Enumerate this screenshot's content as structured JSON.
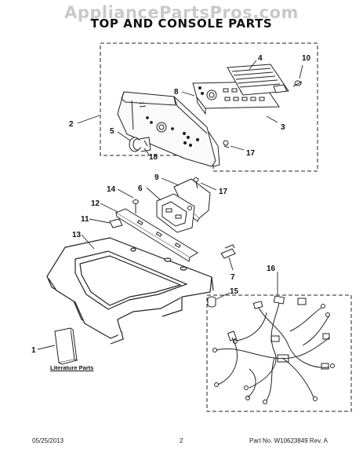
{
  "watermark": "AppliancePartsPros.com",
  "title": "TOP AND CONSOLE PARTS",
  "literature_label": "Literature Parts",
  "footer": {
    "date": "05/25/2013",
    "page": "2",
    "part_no": "Part No.  W10623849  Rev.  A"
  },
  "callouts": [
    "1",
    "2",
    "3",
    "4",
    "5",
    "6",
    "7",
    "8",
    "9",
    "10",
    "11",
    "12",
    "13",
    "14",
    "15",
    "16",
    "17",
    "17",
    "18"
  ]
}
